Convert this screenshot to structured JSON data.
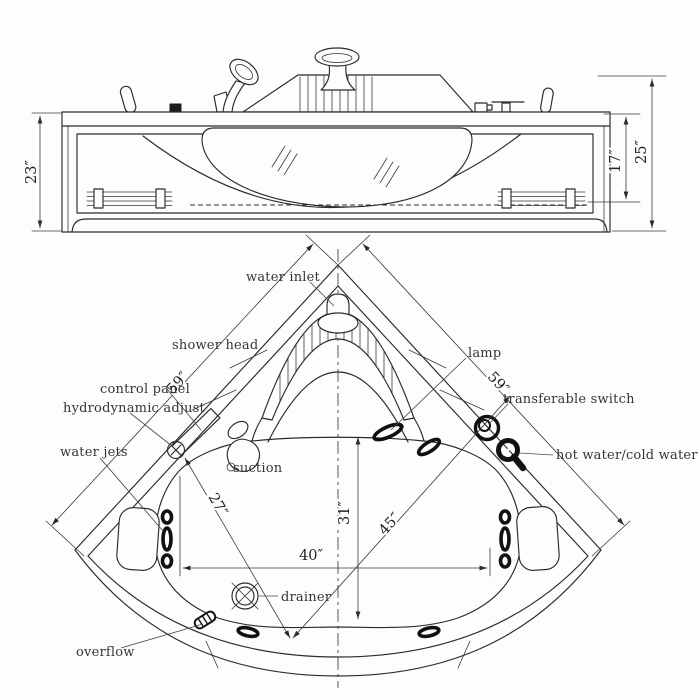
{
  "front_view": {
    "dims": {
      "height_overall_left": "23″",
      "height_inner_right": "17″",
      "height_overall_right": "25″"
    }
  },
  "plan_view": {
    "labels": {
      "water_inlet": "water inlet",
      "shower_head": "shower head",
      "control_panel": "control panel",
      "hydrodynamic_adjust": "hydrodynamic adjust",
      "water_jets": "water jets",
      "lamp": "lamp",
      "transferable_switch": "transferable switch",
      "hot_cold": "hot water/cold water",
      "suction": "suction",
      "drainer": "drainer",
      "overflow": "overflow"
    },
    "dims": {
      "edge_left": "59″",
      "edge_right": "59″",
      "diag_drain": "27″",
      "depth_center": "31″",
      "width_floor": "40″",
      "diag_well": "45″"
    }
  },
  "line_color": "#2b2b2b",
  "background_color": "#fdfdfd"
}
